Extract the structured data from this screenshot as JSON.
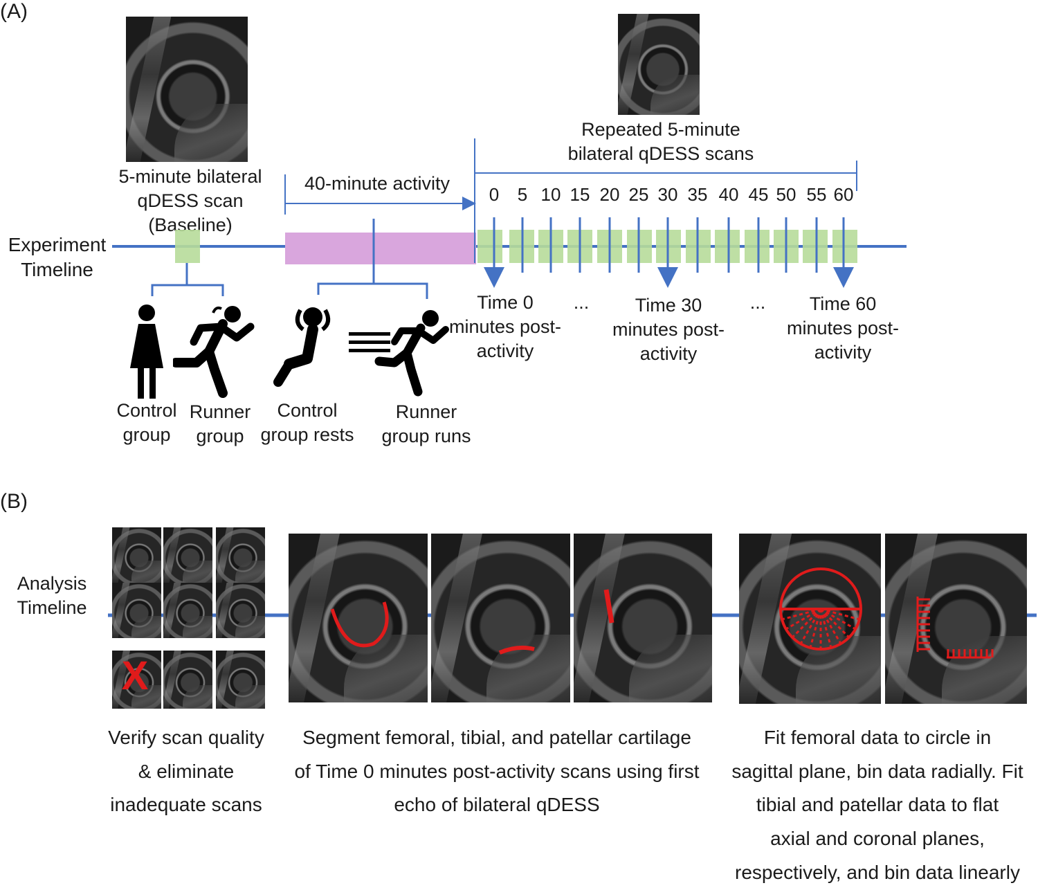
{
  "panel_a": {
    "label": "(A)",
    "timeline_label": "Experiment\nTimeline",
    "baseline_label": "5-minute bilateral\nqDESS scan (Baseline)",
    "activity_label": "40-minute activity",
    "repeated_label": "Repeated 5-minute\nbilateral qDESS scans",
    "ticks": [
      "0",
      "5",
      "10",
      "15",
      "20",
      "25",
      "30",
      "35",
      "40",
      "45",
      "50",
      "55",
      "60"
    ],
    "time_labels": [
      "Time 0\nminutes post-\nactivity",
      "Time 30\nminutes post-\nactivity",
      "Time 60\nminutes post-\nactivity"
    ],
    "ellipses": [
      "...",
      "..."
    ],
    "groups": {
      "control_group": "Control\ngroup",
      "runner_group": "Runner\ngroup",
      "control_rests": "Control\ngroup rests",
      "runner_runs": "Runner\ngroup runs"
    },
    "icons": [
      "person-standing-icon",
      "person-running-icon",
      "person-resting-icon",
      "person-running-fast-icon"
    ]
  },
  "panel_b": {
    "label": "(B)",
    "timeline_label": "Analysis\nTimeline",
    "steps": [
      "Verify scan quality\n& eliminate\ninadequate scans",
      "Segment femoral, tibial, and patellar cartilage\nof Time 0 minutes post-activity scans using first\necho of bilateral qDESS",
      "Fit femoral data to circle in\nsagittal plane, bin data radially. Fit\ntibial and patellar data to flat\naxial and coronal planes,\nrespectively, and bin data linearly"
    ],
    "reject_mark": "X"
  },
  "colors": {
    "timeline_blue": "#4472C4",
    "scan_green": "#b7dc9a",
    "activity_purple": "#d9a6dd",
    "segmentation_red": "#e01b1b"
  }
}
